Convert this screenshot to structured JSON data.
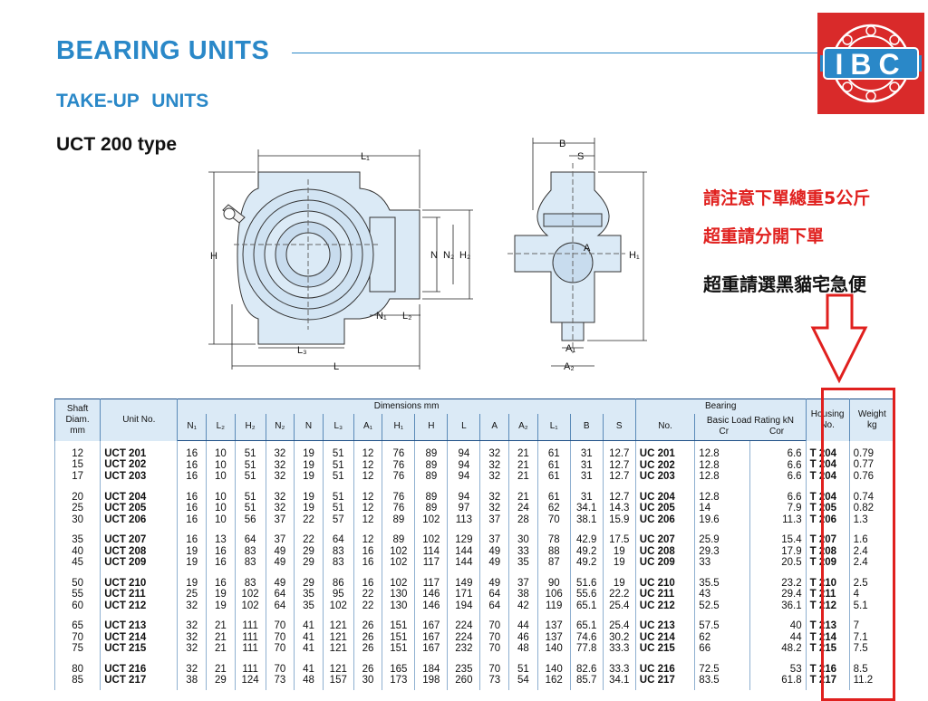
{
  "header": {
    "title": "BEARING  UNITS",
    "subtitle": "TAKE-UP   UNITS",
    "type_label": "UCT 200 type"
  },
  "logo": {
    "text": "IBC",
    "colors": {
      "red": "#d92a2a",
      "blue": "#2a88c8"
    }
  },
  "notes": {
    "line1": "請注意下單總重5公斤",
    "line2": "超重請分開下單",
    "line3": "超重請選黑貓宅急便"
  },
  "drawing": {
    "front_labels": {
      "L1": "L₁",
      "H": "H",
      "N": "N",
      "N2": "N₂",
      "H2": "H₂",
      "N1": "N₁",
      "L2": "L₂",
      "L3": "L₃",
      "L": "L"
    },
    "side_labels": {
      "B": "B",
      "S": "S",
      "A": "A",
      "H1": "H₁",
      "A1": "A₁",
      "A2": "A₂"
    }
  },
  "table": {
    "headers": {
      "shaft": [
        "Shaft",
        "Diam.",
        "mm"
      ],
      "unit_no": "Unit  No.",
      "dimensions": "Dimensions     mm",
      "dim_cols": [
        "N₁",
        "L₂",
        "H₂",
        "N₂",
        "N",
        "L₃",
        "A₁",
        "H₁",
        "H",
        "L",
        "A",
        "A₂",
        "L₁",
        "B",
        "S"
      ],
      "bearing": "Bearing",
      "bearing_no": "No.",
      "load_rating": "Basic Load Rating  kN",
      "cr": "Cr",
      "cor": "Cor",
      "housing": [
        "Housing",
        "No."
      ],
      "weight": [
        "Weight",
        "kg"
      ]
    },
    "groups": [
      {
        "shaft": [
          "12",
          "15",
          "17"
        ],
        "unit": [
          "UCT 201",
          "UCT 202",
          "UCT 203"
        ],
        "dims": [
          [
            "16",
            "16",
            "16"
          ],
          [
            "10",
            "10",
            "10"
          ],
          [
            "51",
            "51",
            "51"
          ],
          [
            "32",
            "32",
            "32"
          ],
          [
            "19",
            "19",
            "19"
          ],
          [
            "51",
            "51",
            "51"
          ],
          [
            "12",
            "12",
            "12"
          ],
          [
            "76",
            "76",
            "76"
          ],
          [
            "89",
            "89",
            "89"
          ],
          [
            "94",
            "94",
            "94"
          ],
          [
            "32",
            "32",
            "32"
          ],
          [
            "21",
            "21",
            "21"
          ],
          [
            "61",
            "61",
            "61"
          ],
          [
            "31",
            "31",
            "31"
          ],
          [
            "12.7",
            "12.7",
            "12.7"
          ]
        ],
        "bearing": [
          "UC 201",
          "UC 202",
          "UC 203"
        ],
        "cr": [
          "12.8",
          "12.8",
          "12.8"
        ],
        "cor": [
          "6.6",
          "6.6",
          "6.6"
        ],
        "housing": [
          "T 204",
          "T 204",
          "T 204"
        ],
        "weight": [
          "0.79",
          "0.77",
          "0.76"
        ]
      },
      {
        "shaft": [
          "20",
          "25",
          "30"
        ],
        "unit": [
          "UCT 204",
          "UCT 205",
          "UCT 206"
        ],
        "dims": [
          [
            "16",
            "16",
            "16"
          ],
          [
            "10",
            "10",
            "10"
          ],
          [
            "51",
            "51",
            "56"
          ],
          [
            "32",
            "32",
            "37"
          ],
          [
            "19",
            "19",
            "22"
          ],
          [
            "51",
            "51",
            "57"
          ],
          [
            "12",
            "12",
            "12"
          ],
          [
            "76",
            "76",
            "89"
          ],
          [
            "89",
            "89",
            "102"
          ],
          [
            "94",
            "97",
            "113"
          ],
          [
            "32",
            "32",
            "37"
          ],
          [
            "21",
            "24",
            "28"
          ],
          [
            "61",
            "62",
            "70"
          ],
          [
            "31",
            "34.1",
            "38.1"
          ],
          [
            "12.7",
            "14.3",
            "15.9"
          ]
        ],
        "bearing": [
          "UC 204",
          "UC 205",
          "UC 206"
        ],
        "cr": [
          "12.8",
          "14",
          "19.6"
        ],
        "cor": [
          "6.6",
          "7.9",
          "11.3"
        ],
        "housing": [
          "T 204",
          "T 205",
          "T 206"
        ],
        "weight": [
          "0.74",
          "0.82",
          "1.3"
        ]
      },
      {
        "shaft": [
          "35",
          "40",
          "45"
        ],
        "unit": [
          "UCT 207",
          "UCT 208",
          "UCT 209"
        ],
        "dims": [
          [
            "16",
            "19",
            "19"
          ],
          [
            "13",
            "16",
            "16"
          ],
          [
            "64",
            "83",
            "83"
          ],
          [
            "37",
            "49",
            "49"
          ],
          [
            "22",
            "29",
            "29"
          ],
          [
            "64",
            "83",
            "83"
          ],
          [
            "12",
            "16",
            "16"
          ],
          [
            "89",
            "102",
            "102"
          ],
          [
            "102",
            "114",
            "117"
          ],
          [
            "129",
            "144",
            "144"
          ],
          [
            "37",
            "49",
            "49"
          ],
          [
            "30",
            "33",
            "35"
          ],
          [
            "78",
            "88",
            "87"
          ],
          [
            "42.9",
            "49.2",
            "49.2"
          ],
          [
            "17.5",
            "19",
            "19"
          ]
        ],
        "bearing": [
          "UC 207",
          "UC 208",
          "UC 209"
        ],
        "cr": [
          "25.9",
          "29.3",
          "33"
        ],
        "cor": [
          "15.4",
          "17.9",
          "20.5"
        ],
        "housing": [
          "T 207",
          "T 208",
          "T 209"
        ],
        "weight": [
          "1.6",
          "2.4",
          "2.4"
        ]
      },
      {
        "shaft": [
          "50",
          "55",
          "60"
        ],
        "unit": [
          "UCT 210",
          "UCT 211",
          "UCT 212"
        ],
        "dims": [
          [
            "19",
            "25",
            "32"
          ],
          [
            "16",
            "19",
            "19"
          ],
          [
            "83",
            "102",
            "102"
          ],
          [
            "49",
            "64",
            "64"
          ],
          [
            "29",
            "35",
            "35"
          ],
          [
            "86",
            "95",
            "102"
          ],
          [
            "16",
            "22",
            "22"
          ],
          [
            "102",
            "130",
            "130"
          ],
          [
            "117",
            "146",
            "146"
          ],
          [
            "149",
            "171",
            "194"
          ],
          [
            "49",
            "64",
            "64"
          ],
          [
            "37",
            "38",
            "42"
          ],
          [
            "90",
            "106",
            "119"
          ],
          [
            "51.6",
            "55.6",
            "65.1"
          ],
          [
            "19",
            "22.2",
            "25.4"
          ]
        ],
        "bearing": [
          "UC 210",
          "UC 211",
          "UC 212"
        ],
        "cr": [
          "35.5",
          "43",
          "52.5"
        ],
        "cor": [
          "23.2",
          "29.4",
          "36.1"
        ],
        "housing": [
          "T 210",
          "T 211",
          "T 212"
        ],
        "weight": [
          "2.5",
          "4",
          "5.1"
        ]
      },
      {
        "shaft": [
          "65",
          "70",
          "75"
        ],
        "unit": [
          "UCT 213",
          "UCT 214",
          "UCT 215"
        ],
        "dims": [
          [
            "32",
            "32",
            "32"
          ],
          [
            "21",
            "21",
            "21"
          ],
          [
            "111",
            "111",
            "111"
          ],
          [
            "70",
            "70",
            "70"
          ],
          [
            "41",
            "41",
            "41"
          ],
          [
            "121",
            "121",
            "121"
          ],
          [
            "26",
            "26",
            "26"
          ],
          [
            "151",
            "151",
            "151"
          ],
          [
            "167",
            "167",
            "167"
          ],
          [
            "224",
            "224",
            "232"
          ],
          [
            "70",
            "70",
            "70"
          ],
          [
            "44",
            "46",
            "48"
          ],
          [
            "137",
            "137",
            "140"
          ],
          [
            "65.1",
            "74.6",
            "77.8"
          ],
          [
            "25.4",
            "30.2",
            "33.3"
          ]
        ],
        "bearing": [
          "UC 213",
          "UC 214",
          "UC 215"
        ],
        "cr": [
          "57.5",
          "62",
          "66"
        ],
        "cor": [
          "40",
          "44",
          "48.2"
        ],
        "housing": [
          "T 213",
          "T 214",
          "T 215"
        ],
        "weight": [
          "7",
          "7.1",
          "7.5"
        ]
      },
      {
        "shaft": [
          "80",
          "85"
        ],
        "unit": [
          "UCT 216",
          "UCT 217"
        ],
        "dims": [
          [
            "32",
            "38"
          ],
          [
            "21",
            "29"
          ],
          [
            "111",
            "124"
          ],
          [
            "70",
            "73"
          ],
          [
            "41",
            "48"
          ],
          [
            "121",
            "157"
          ],
          [
            "26",
            "30"
          ],
          [
            "165",
            "173"
          ],
          [
            "184",
            "198"
          ],
          [
            "235",
            "260"
          ],
          [
            "70",
            "73"
          ],
          [
            "51",
            "54"
          ],
          [
            "140",
            "162"
          ],
          [
            "82.6",
            "85.7"
          ],
          [
            "33.3",
            "34.1"
          ]
        ],
        "bearing": [
          "UC 216",
          "UC 217"
        ],
        "cr": [
          "72.5",
          "83.5"
        ],
        "cor": [
          "53",
          "61.8"
        ],
        "housing": [
          "T 216",
          "T 217"
        ],
        "weight": [
          "8.5",
          "11.2"
        ]
      }
    ]
  }
}
